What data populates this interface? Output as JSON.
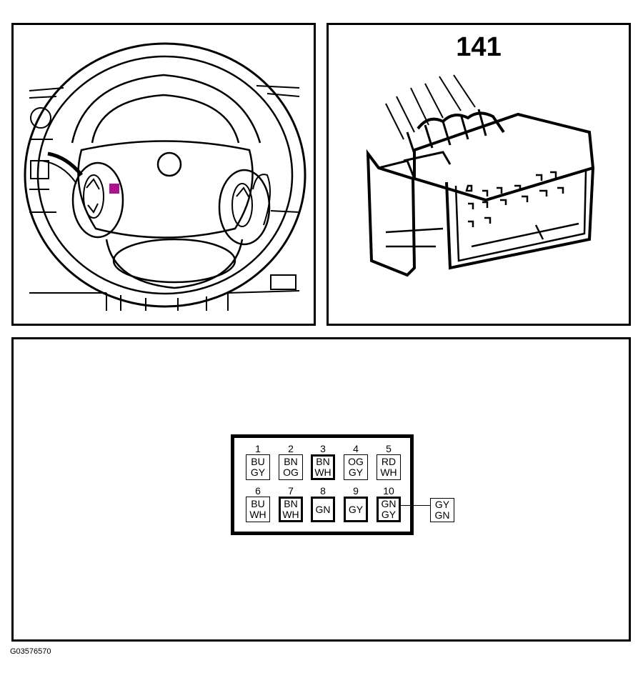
{
  "connector_number": "141",
  "figure_id": "G03576570",
  "colors": {
    "line": "#000000",
    "highlight": "#b0108f"
  },
  "pins_row1": [
    {
      "num": "1",
      "c1": "BU",
      "c2": "GY",
      "bold": false
    },
    {
      "num": "2",
      "c1": "BN",
      "c2": "OG",
      "bold": false
    },
    {
      "num": "3",
      "c1": "BN",
      "c2": "WH",
      "bold": true
    },
    {
      "num": "4",
      "c1": "OG",
      "c2": "GY",
      "bold": false
    },
    {
      "num": "5",
      "c1": "RD",
      "c2": "WH",
      "bold": false
    }
  ],
  "pins_row2": [
    {
      "num": "6",
      "c1": "BU",
      "c2": "WH",
      "bold": false
    },
    {
      "num": "7",
      "c1": "BN",
      "c2": "WH",
      "bold": true
    },
    {
      "num": "8",
      "c1": "GN",
      "c2": "",
      "bold": true
    },
    {
      "num": "9",
      "c1": "GY",
      "c2": "",
      "bold": true
    },
    {
      "num": "10",
      "c1": "GN",
      "c2": "GY",
      "bold": true
    }
  ],
  "external_wire": {
    "c1": "GY",
    "c2": "GN"
  }
}
